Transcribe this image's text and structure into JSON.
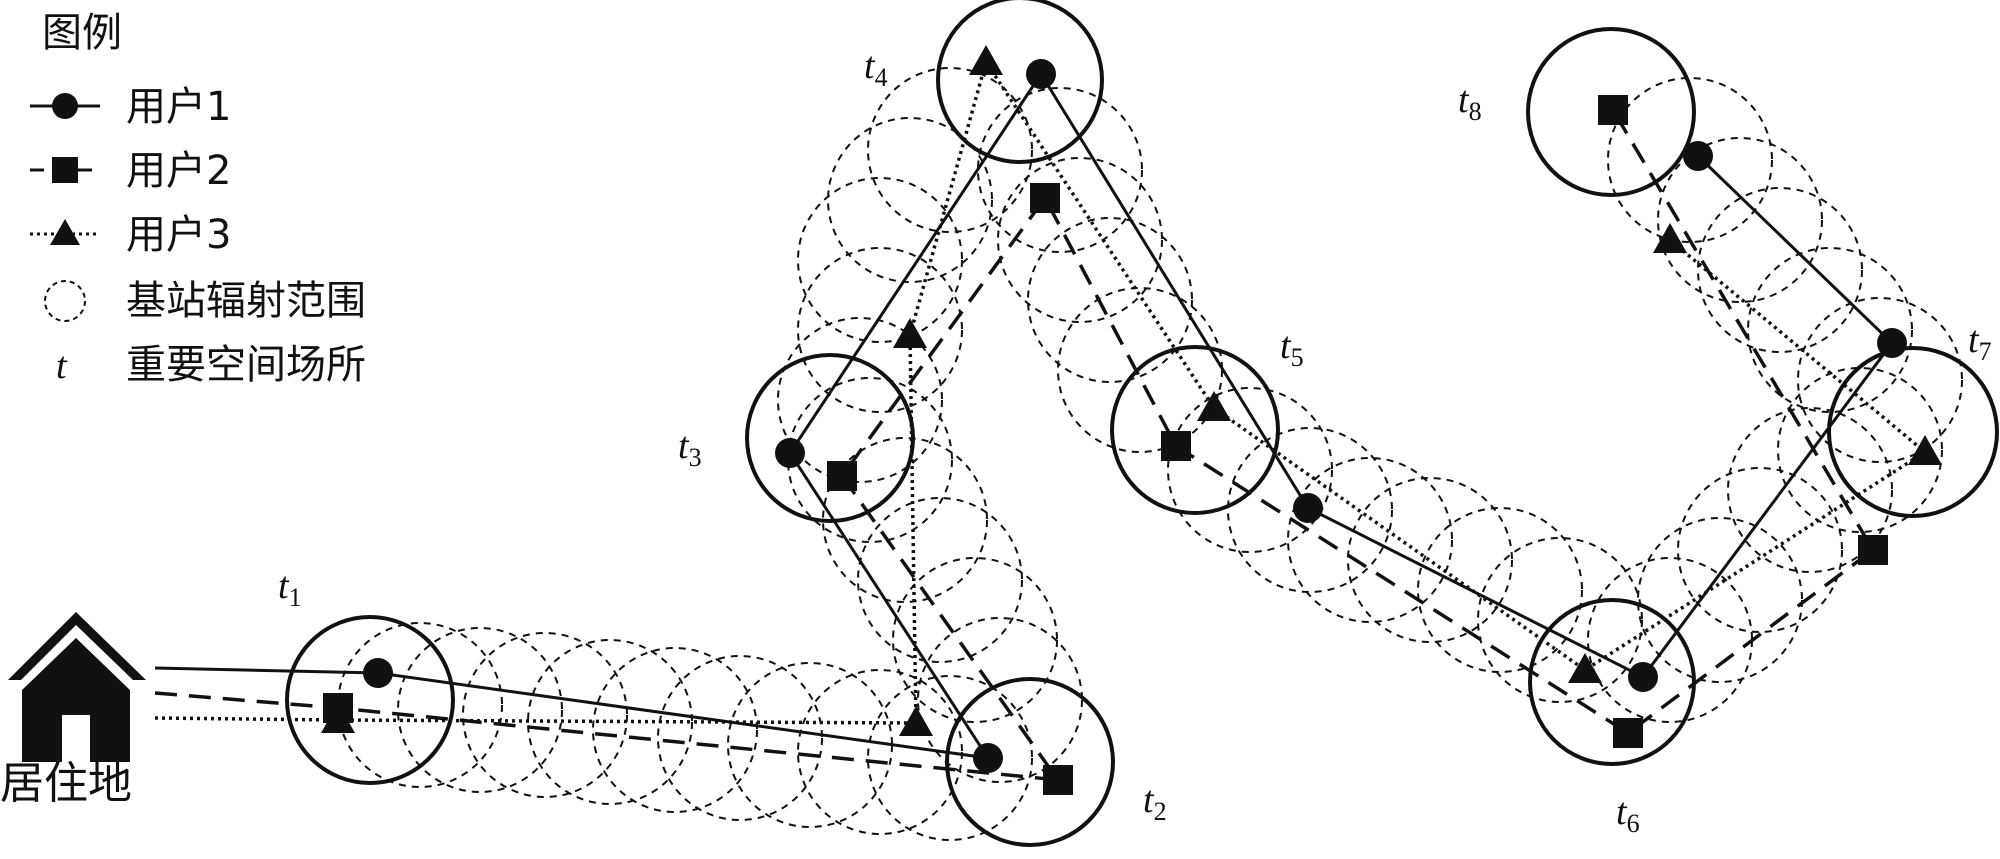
{
  "legend": {
    "title": "图例",
    "items": [
      {
        "label": "用户1",
        "marker": "circle",
        "line": "solid"
      },
      {
        "label": "用户2",
        "marker": "square",
        "line": "dashed"
      },
      {
        "label": "用户3",
        "marker": "triangle",
        "line": "dotted"
      },
      {
        "label": "基站辐射范围",
        "marker": "dashed-circle-icon"
      },
      {
        "label": "重要空间场所",
        "symbol": "t"
      }
    ]
  },
  "home": {
    "label": "居住地",
    "icon": "house-icon"
  },
  "places": [
    {
      "name": "t",
      "sub": "1"
    },
    {
      "name": "t",
      "sub": "2"
    },
    {
      "name": "t",
      "sub": "3"
    },
    {
      "name": "t",
      "sub": "4"
    },
    {
      "name": "t",
      "sub": "5"
    },
    {
      "name": "t",
      "sub": "6"
    },
    {
      "name": "t",
      "sub": "7"
    },
    {
      "name": "t",
      "sub": "8"
    }
  ],
  "colors": {
    "ink": "#111111",
    "background": "#ffffff"
  }
}
